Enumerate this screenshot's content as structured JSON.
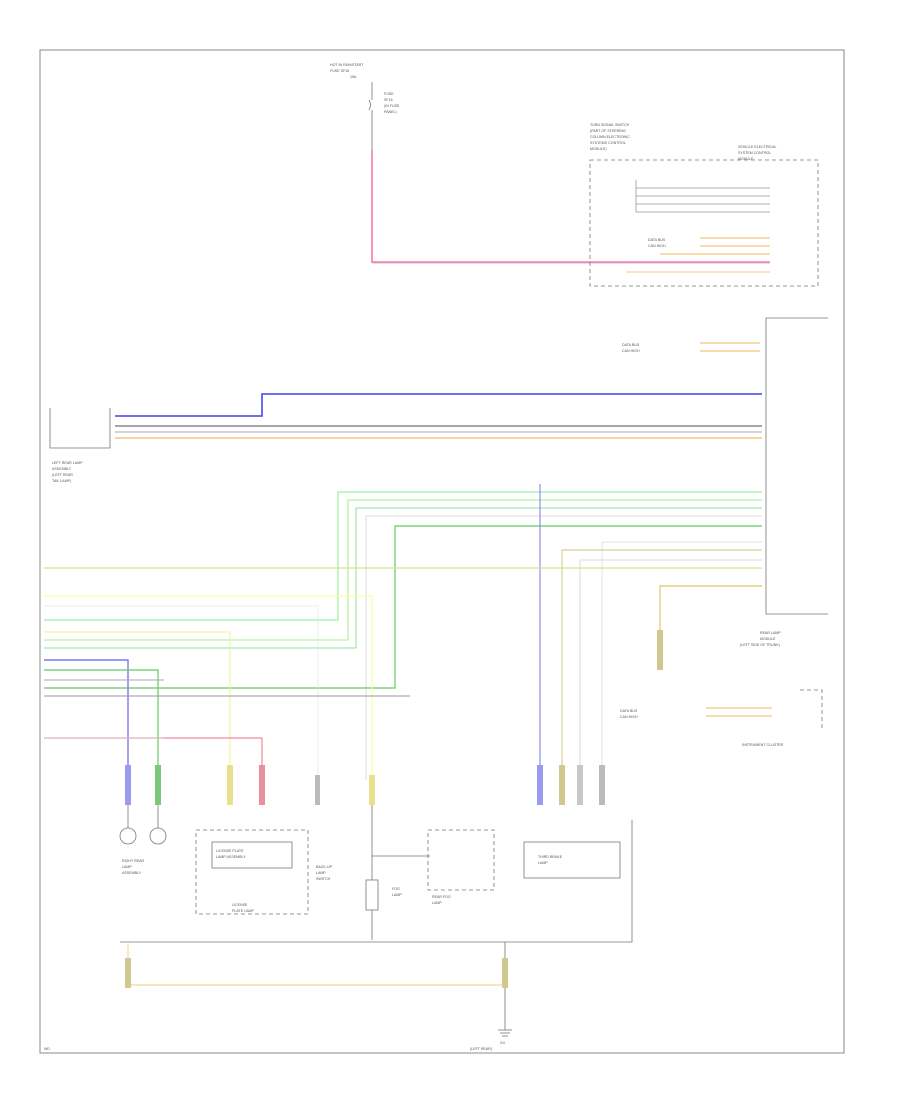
{
  "diagram": {
    "labels": {
      "top_power": [
        "HOT IN RUN/START",
        "FUSE SF16",
        "15A"
      ],
      "fuse_side": [
        "FUSE",
        "SF16",
        "(IN FUSE",
        "PANEL)"
      ],
      "switch_block": [
        "TURN SIGNAL SWITCH",
        "(PART OF STEERING",
        "COLUMN ELECTRONIC",
        "SYSTEMS CONTROL",
        "MODULE)"
      ],
      "vehicle_control": [
        "VEHICLE ELECTRICAL",
        "SYSTEM CONTROL",
        "MODULE"
      ],
      "left_module": [
        "LEFT REAR LAMP",
        "ASSEMBLY",
        "(LEFT REAR",
        "TAIL LAMP)"
      ],
      "right_module": [
        "REAR LAMP",
        "MODULE",
        "(LEFT SIDE OF TRUNK)"
      ],
      "can_labels": [
        "DATA BUS",
        "CAN HIGH"
      ],
      "ground_label": [
        "G4",
        "(LEFT REAR)"
      ],
      "third_brake": [
        "THIRD BRAKE",
        "LAMP"
      ],
      "instrument_cluster": [
        "INSTRUMENT CLUSTER"
      ],
      "lp_assembly": [
        "LICENSE PLATE",
        "LAMP ASSEMBLY"
      ],
      "lp_switch": [
        "LICENSE",
        "PLATE LAMP"
      ],
      "backup_lamp": [
        "BACK-UP",
        "LAMP",
        "SWITCH"
      ],
      "fog_lamp": [
        "FOG",
        "LAMP"
      ],
      "rear_fog": [
        "REAR FOG",
        "LAMP"
      ],
      "right_tail": [
        "RIGHT REAR",
        "LAMP",
        "ASSEMBLY"
      ],
      "page_number": "WD"
    }
  }
}
